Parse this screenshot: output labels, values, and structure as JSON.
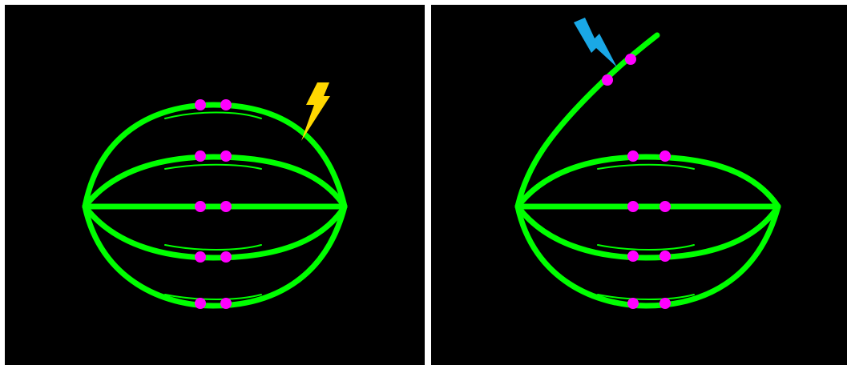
{
  "colors": {
    "background": "#000000",
    "separator": "#ffffff",
    "fiber": "#00ff00",
    "chromosome": "#ff00ff",
    "bolt_left": "#ffd700",
    "bolt_right": "#1aa8e6"
  },
  "panels": [
    {
      "name": "intact-spindle",
      "bolt_icon": "yellow-lightning-bolt-icon",
      "fiber_count": 5,
      "detached_fiber": false
    },
    {
      "name": "severed-spindle",
      "bolt_icon": "blue-lightning-bolt-icon",
      "fiber_count": 5,
      "detached_fiber": true
    }
  ]
}
